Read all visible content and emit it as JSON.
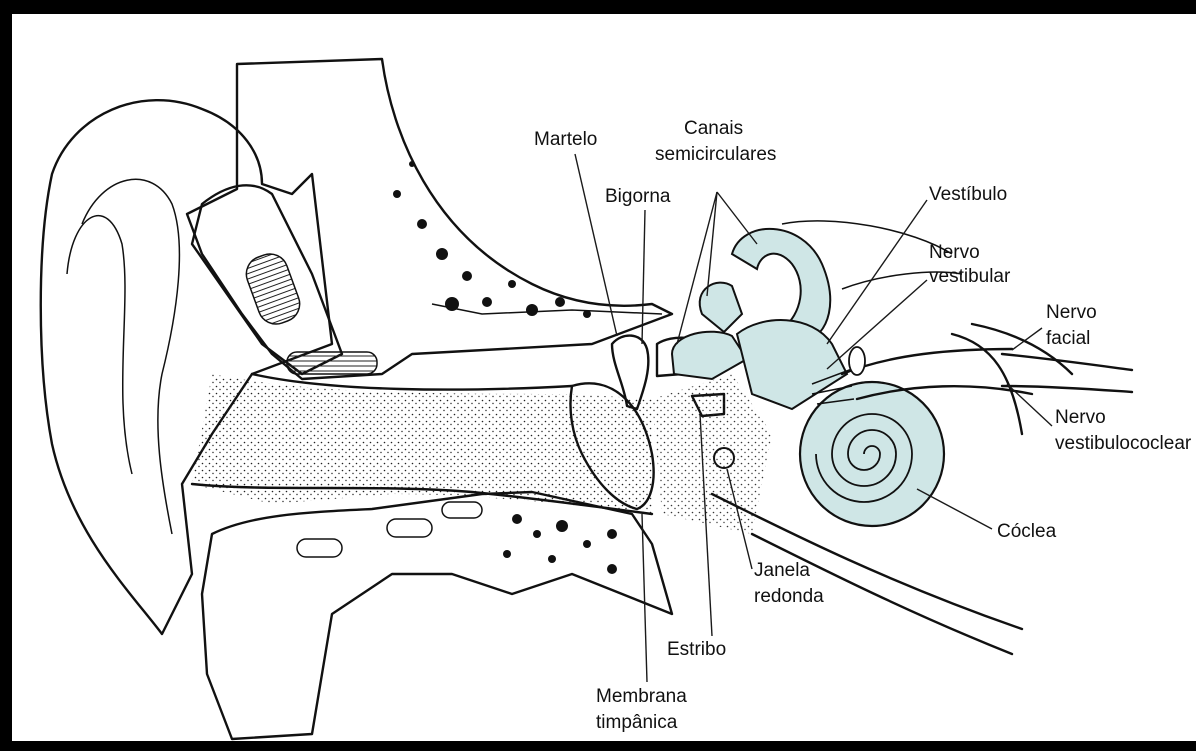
{
  "labels": {
    "martelo": "Martelo",
    "canais_1": "Canais",
    "canais_2": "semicirculares",
    "bigorna": "Bigorna",
    "vestibulo": "Vestíbulo",
    "nervo_vestibular_1": "Nervo",
    "nervo_vestibular_2": "vestibular",
    "nervo_facial_1": "Nervo",
    "nervo_facial_2": "facial",
    "nervo_vc_1": "Nervo",
    "nervo_vc_2": "vestibulococlear",
    "coclea": "Cóclea",
    "janela_1": "Janela",
    "janela_2": "redonda",
    "estribo": "Estribo",
    "membrana_1": "Membrana",
    "membrana_2": "timpânica"
  },
  "colors": {
    "border": "#000000",
    "ink": "#111111",
    "inner_ear_fill": "#cfe6e6"
  }
}
